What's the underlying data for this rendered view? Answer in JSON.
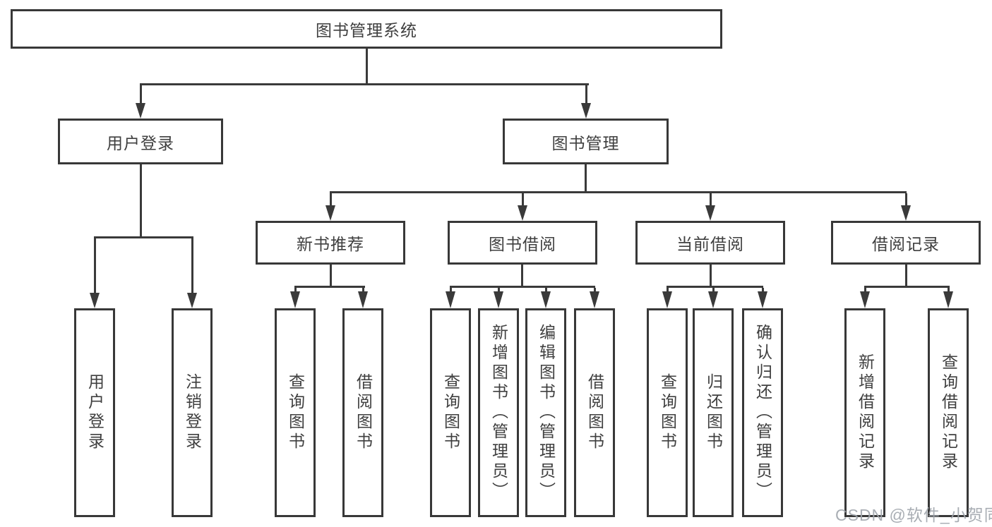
{
  "root": {
    "label": "图书管理系统"
  },
  "level2": [
    {
      "label": "用户登录"
    },
    {
      "label": "图书管理"
    }
  ],
  "level3": [
    {
      "label": "新书推荐"
    },
    {
      "label": "图书借阅"
    },
    {
      "label": "当前借阅"
    },
    {
      "label": "借阅记录"
    }
  ],
  "leaves": [
    {
      "label": "用户登录"
    },
    {
      "label": "注销登录"
    },
    {
      "label": "查询图书"
    },
    {
      "label": "借阅图书"
    },
    {
      "label": "查询图书"
    },
    {
      "label": "新增图书（管理员）"
    },
    {
      "label": "编辑图书（管理员）"
    },
    {
      "label": "借阅图书"
    },
    {
      "label": "查询图书"
    },
    {
      "label": "归还图书"
    },
    {
      "label": "确认归还（管理员）"
    },
    {
      "label": "新增借阅记录"
    },
    {
      "label": "查询借阅记录"
    }
  ],
  "watermark": {
    "text": "CSDN @软件_小贺同学"
  },
  "colors": {
    "line": "#3a3a3a",
    "text": "#3f3f3f",
    "background": "#ffffff",
    "watermark": "#a0a5ac"
  }
}
